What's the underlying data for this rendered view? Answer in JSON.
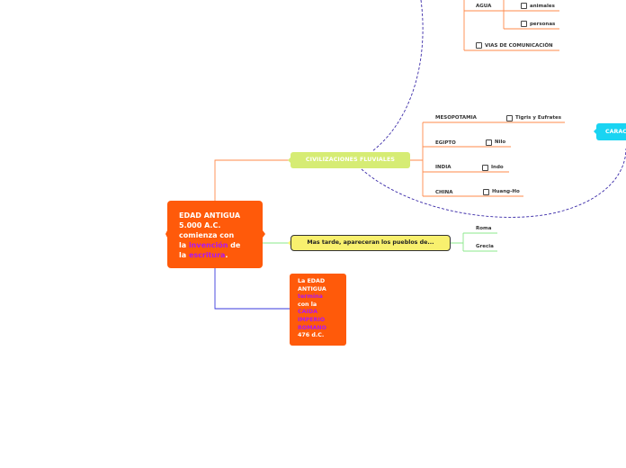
{
  "central": {
    "line1": "EDAD ANTIGUA",
    "line2": "5.000 A.C.",
    "line3": "comienza con",
    "line4_pre": "la ",
    "line4_hl": "invención",
    "line4_post": " de",
    "line5_pre": "la ",
    "line5_hl": "escritura",
    "line5_post": "."
  },
  "fluviales": {
    "title": "CIVILIZACIONES FLUVIALES",
    "items": [
      {
        "name": "MESOPOTAMIA",
        "river": "Tigris y Eufrates"
      },
      {
        "name": "EGIPTO",
        "river": "Nilo"
      },
      {
        "name": "INDIA",
        "river": "Indo"
      },
      {
        "name": "CHINA",
        "river": "Huang-Ho"
      }
    ]
  },
  "agua": {
    "label": "AGUA",
    "children": [
      "animales",
      "personas"
    ],
    "vias": "VIAS DE COMUNICACIÓN"
  },
  "later": {
    "title": "Mas tarde, apareceran los pueblos de...",
    "children": [
      "Roma",
      "Grecia"
    ]
  },
  "end": {
    "l1": "La EDAD",
    "l2": "ANTIGUA",
    "l3": "termina",
    "l4": "con la",
    "l5": "CAIDA",
    "l6": "IMPERIO",
    "l7": "ROMANO",
    "l8": "476 d.C."
  },
  "cyan": {
    "label": "CARAC"
  },
  "colors": {
    "orange": "#ff5a0a",
    "green": "#d6ec74",
    "yellow": "#f8f06e",
    "purple": "#b018f0",
    "cyan": "#1ad4f2",
    "dashed": "#3a2aa8"
  }
}
